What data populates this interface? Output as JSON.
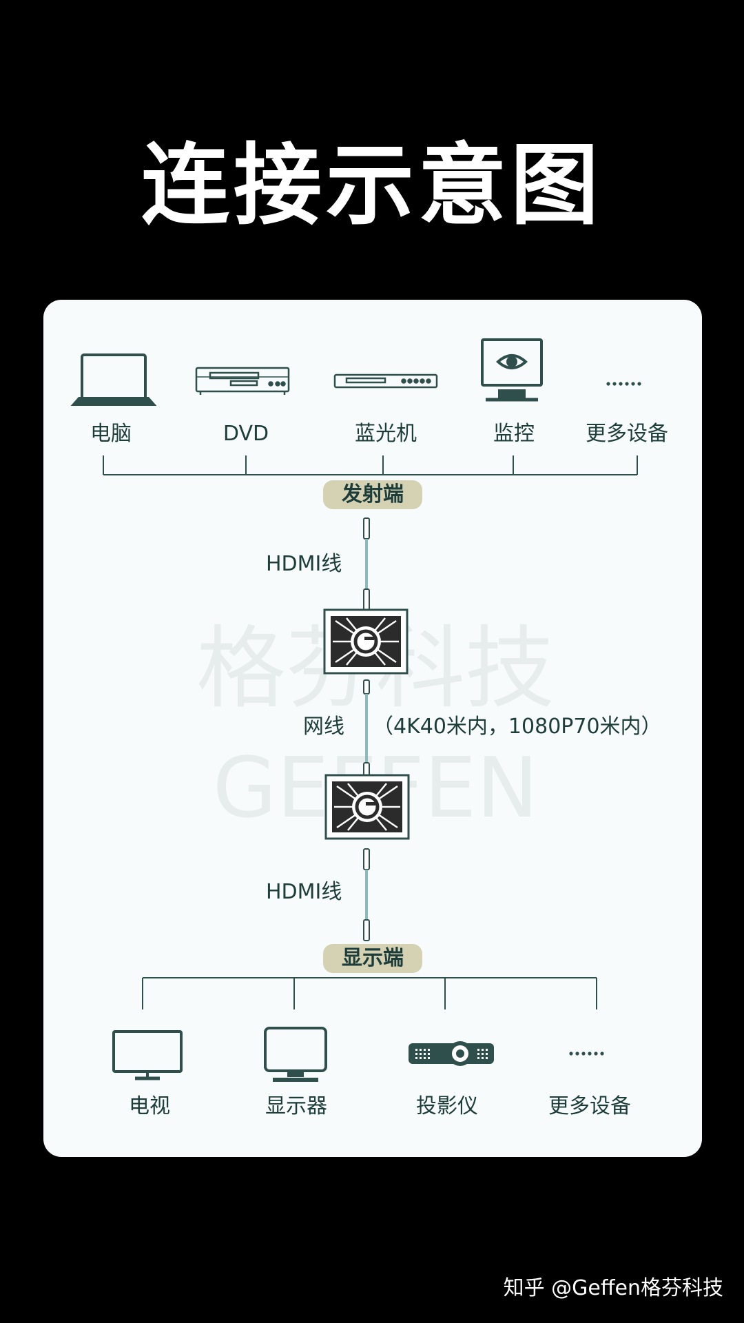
{
  "title": "连接示意图",
  "watermark": {
    "cn": "格芬科技",
    "en": "GEFFEN"
  },
  "sources": [
    {
      "label": "电脑",
      "icon": "laptop-icon"
    },
    {
      "label": "DVD",
      "icon": "dvd-player-icon"
    },
    {
      "label": "蓝光机",
      "icon": "bluray-player-icon"
    },
    {
      "label": "监控",
      "icon": "monitor-eye-icon"
    },
    {
      "label": "更多设备",
      "icon": "more-dots-icon"
    }
  ],
  "transmitter_label": "发射端",
  "receiver_label": "显示端",
  "cable_hdmi_top": "HDMI线",
  "cable_network": "网线",
  "cable_network_note": "（4K40米内，1080P70米内）",
  "cable_hdmi_bottom": "HDMI线",
  "displays": [
    {
      "label": "电视",
      "icon": "tv-icon"
    },
    {
      "label": "显示器",
      "icon": "display-icon"
    },
    {
      "label": "投影仪",
      "icon": "projector-icon"
    },
    {
      "label": "更多设备",
      "icon": "more-dots-icon"
    }
  ],
  "footer": "知乎 @Geffen格芬科技",
  "colors": {
    "line": "#2f4f4c",
    "accent": "#2f4f4c",
    "pill": "#d5d2b3",
    "cable": "#8fb8bd"
  }
}
